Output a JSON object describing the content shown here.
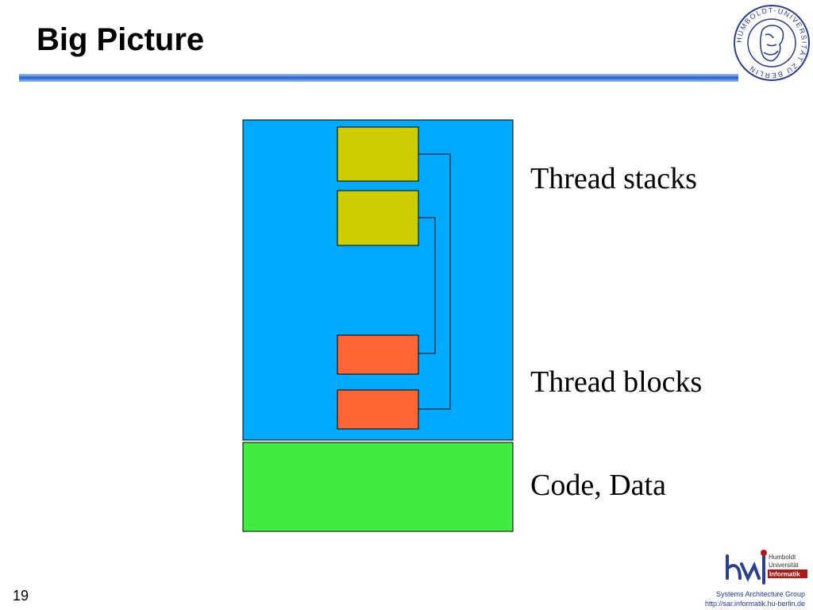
{
  "slide": {
    "title": "Big Picture",
    "page_number": "19"
  },
  "diagram": {
    "labels": {
      "thread_stacks": "Thread stacks",
      "thread_blocks": "Thread blocks",
      "code_data": "Code, Data"
    },
    "colors": {
      "address_space": "#00aaff",
      "code_data_region": "#3fec3f",
      "thread_stack": "#cccc00",
      "thread_block": "#ff6633"
    }
  },
  "university_seal": {
    "text": "HUMBOLDT-UNIVERSITÄT ZU BERLIN"
  },
  "footer": {
    "logo": {
      "line1": "Humboldt",
      "line2": "Universität",
      "line3": "Informatik"
    },
    "group": "Systems Architecture Group",
    "url": "http://sar.informatik.hu-berlin.de"
  }
}
